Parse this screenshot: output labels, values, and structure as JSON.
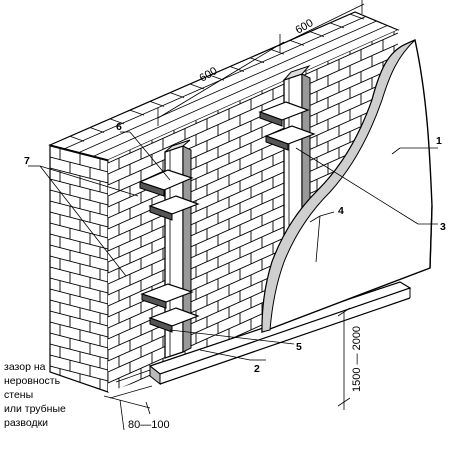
{
  "dimensions": {
    "top_right": "600",
    "top_left": "600",
    "bottom_gap": "80—100",
    "vertical": "1500 — 2000"
  },
  "callouts": {
    "c1": "1",
    "c2": "2",
    "c3": "3",
    "c4": "4",
    "c5": "5",
    "c6": "6",
    "c7": "7"
  },
  "note": {
    "line1": "зазор на",
    "line2": "неровность",
    "line3": "стены",
    "line4": "или трубные",
    "line5": "разводки"
  }
}
